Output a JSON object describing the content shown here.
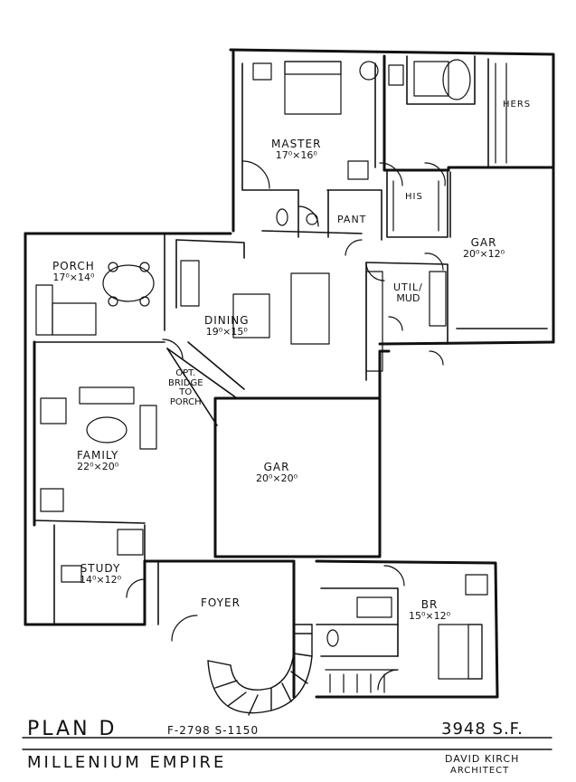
{
  "rooms": {
    "master": {
      "name": "MASTER",
      "dim": "17⁰×16⁰"
    },
    "hers": {
      "name": "HERS"
    },
    "his": {
      "name": "HIS"
    },
    "pant": {
      "name": "PANT"
    },
    "gar_small": {
      "name": "GAR",
      "dim": "20⁰×12⁰"
    },
    "util_mud": {
      "name": "UTIL/",
      "name2": "MUD"
    },
    "porch": {
      "name": "PORCH",
      "dim": "17⁰×14⁰"
    },
    "dining": {
      "name": "DINING",
      "dim": "19⁰×15⁰"
    },
    "bridge_note": {
      "line1": "OPT.",
      "line2": "BRIDGE",
      "line3": "TO",
      "line4": "PORCH"
    },
    "family": {
      "name": "FAMILY",
      "dim": "22⁰×20⁰"
    },
    "gar_large": {
      "name": "GAR",
      "dim": "20⁰×20⁰"
    },
    "study": {
      "name": "STUDY",
      "dim": "14⁰×12⁰"
    },
    "foyer": {
      "name": "FOYER"
    },
    "br": {
      "name": "BR",
      "dim": "15⁰×12⁰"
    }
  },
  "titleblock": {
    "plan": "PLAN D",
    "floors": "F-2798  S-1150",
    "area": "3948 S.F.",
    "project": "MILLENIUM EMPIRE",
    "architect": "DAVID KIRCH",
    "architect_sub": "ARCHITECT"
  }
}
